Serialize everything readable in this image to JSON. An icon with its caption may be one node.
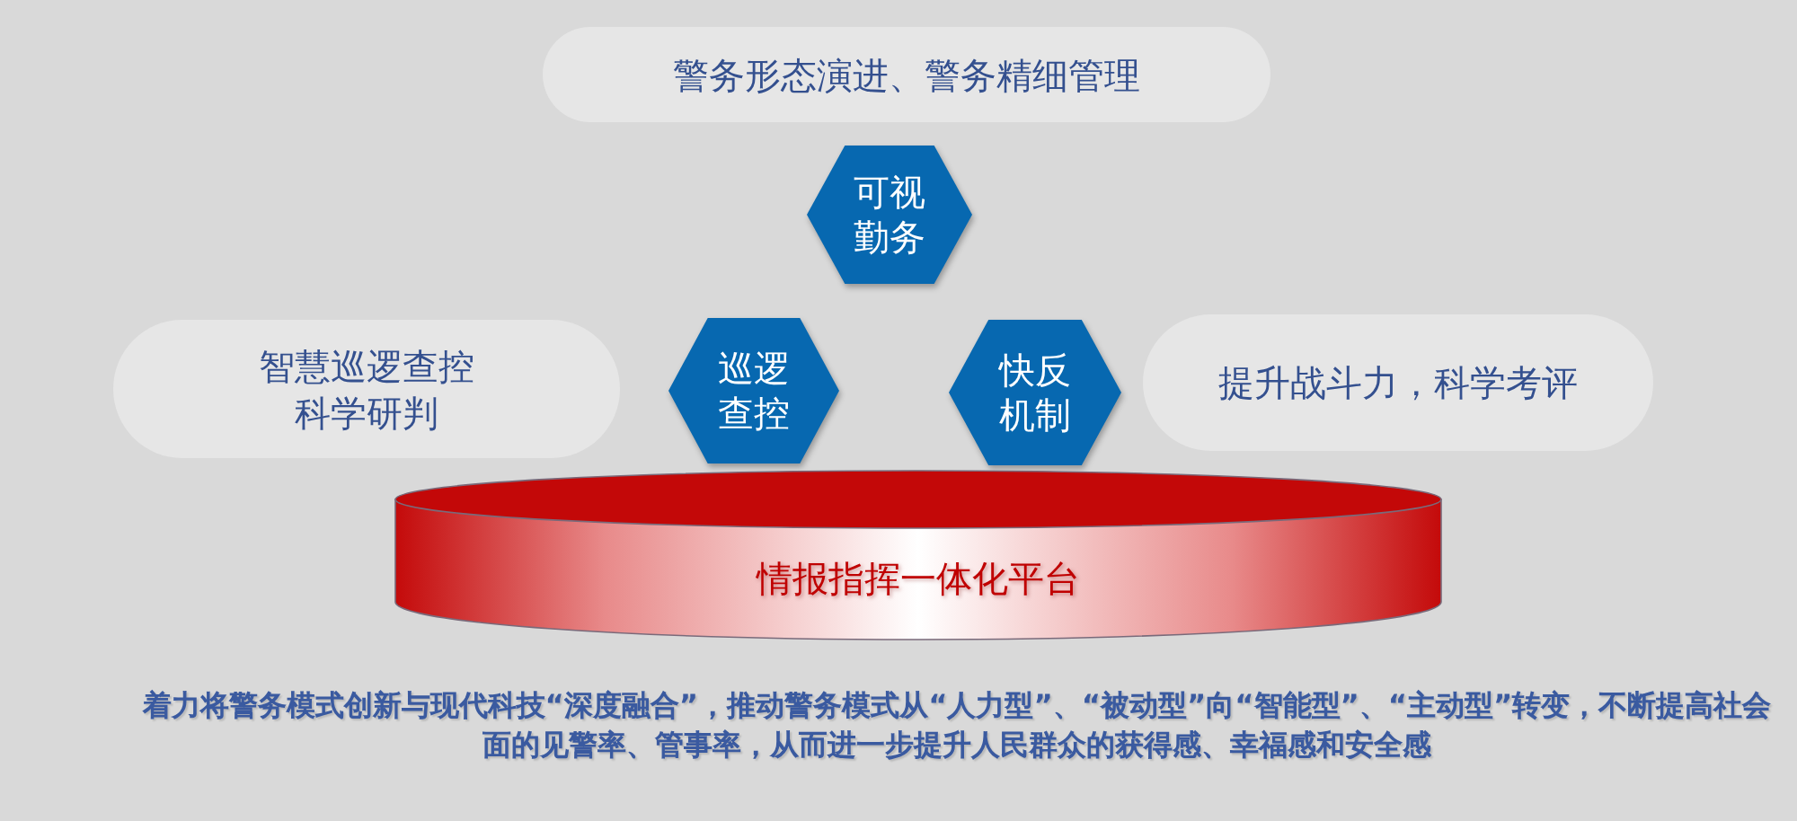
{
  "diagram": {
    "nodes": [
      {
        "text": [
          "警务形态演进、警务精细管理"
        ]
      },
      {
        "text": [
          "可视勤务"
        ]
      },
      {
        "text": [
          "智慧巡逻查控科学研判"
        ]
      },
      {
        "text": [
          "巡逻查控"
        ]
      },
      {
        "text": [
          "快反机制"
        ]
      },
      {
        "text": [
          "提升战斗力，科学考评"
        ]
      },
      {
        "text": [
          "情报指挥一体化平台"
        ]
      }
    ],
    "caption": "着力将警务模式创新与现代科技“深度融合”，推动警务模式从“人力型”、“被动型”向“智能型”、“主动型”转变，不断提高社会面的见警率、管事率，从而进一步提升人民群众的获得感、幸福感和安全感"
  }
}
